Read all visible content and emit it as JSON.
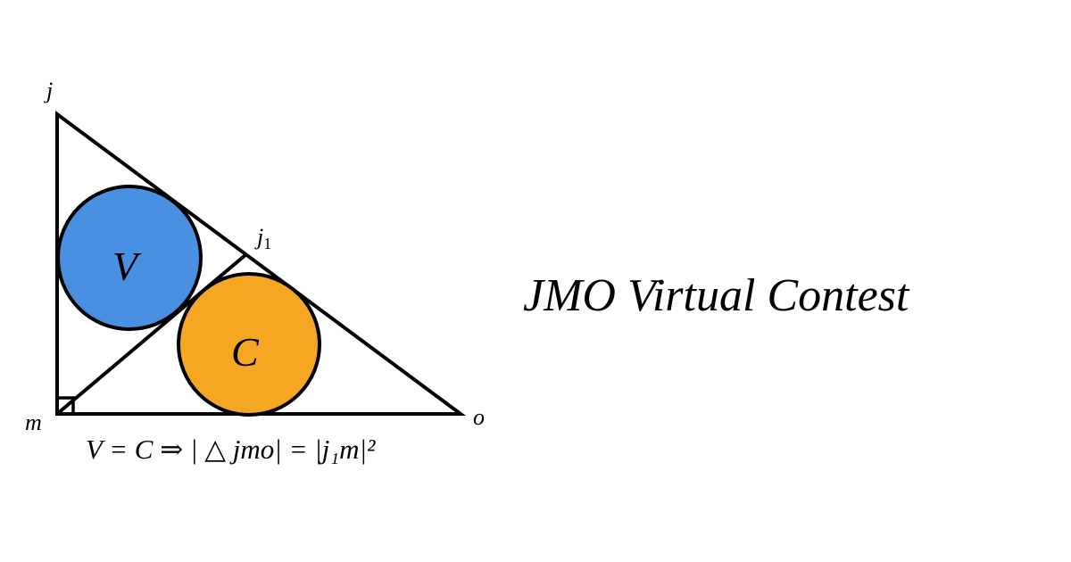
{
  "title": "JMO Virtual Contest",
  "diagram": {
    "vertices": {
      "j": "j",
      "m": "m",
      "o": "o",
      "j1": "j",
      "j1_sub": "1"
    },
    "circles": {
      "V": {
        "label": "V",
        "color": "#4A90E2"
      },
      "C": {
        "label": "C",
        "color": "#F5A623"
      }
    },
    "formula": "V = C ⇒ | △ jmo| = |j₁m|²"
  }
}
